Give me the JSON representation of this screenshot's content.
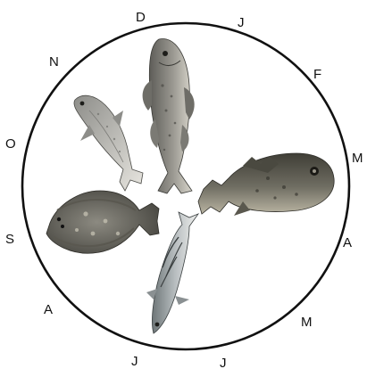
{
  "diagram": {
    "type": "seasonal-cycle",
    "months": [
      "D",
      "J",
      "F",
      "M",
      "A",
      "M",
      "J",
      "J",
      "A",
      "S",
      "O",
      "N"
    ],
    "fish": [
      {
        "id": "cod",
        "icon": "cod-icon",
        "colors": {
          "body": "#8a8a86",
          "belly": "#d9d6cc",
          "spots": "#5a5a56"
        }
      },
      {
        "id": "char",
        "icon": "char-icon",
        "colors": {
          "body": "#a8a8a4",
          "belly": "#e6e4de",
          "spots": "#6f6f6b"
        }
      },
      {
        "id": "lumpfish",
        "icon": "lumpfish-icon",
        "colors": {
          "body": "#6b6a60",
          "belly": "#c7c3b4",
          "spots": "#3c3b34"
        }
      },
      {
        "id": "plaice",
        "icon": "plaice-icon",
        "colors": {
          "body": "#7a7870",
          "belly": "#b9b6ab",
          "spots": "#3f3e38"
        }
      },
      {
        "id": "mackerel",
        "icon": "mackerel-icon",
        "colors": {
          "body": "#9fa6a8",
          "belly": "#eef0ee",
          "spots": "#3a3f40"
        }
      }
    ],
    "colors": {
      "circle": "#111111",
      "text": "#111111",
      "background": "#ffffff"
    }
  }
}
